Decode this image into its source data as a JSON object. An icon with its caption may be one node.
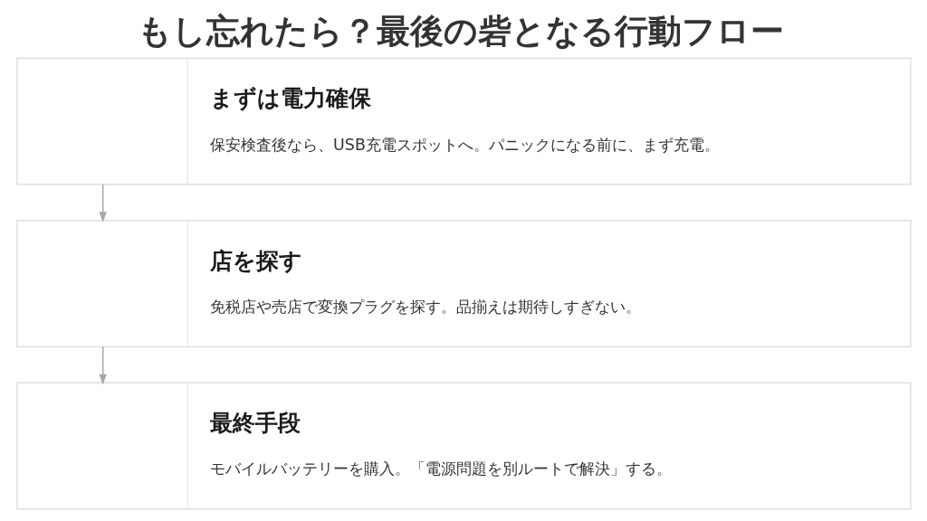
{
  "diagram": {
    "title": "もし忘れたら？最後の砦となる行動フロー",
    "nodes": [
      {
        "text": [
          "まずは電力確保",
          "保安検査後なら、USB充電スポットへ。パニックになる前に、まず充電。"
        ]
      },
      {
        "text": [
          "店を探す",
          "免税店や売店で変換プラグを探す。品揃えは期待しすぎない。"
        ]
      },
      {
        "text": [
          "最終手段",
          "モバイルバッテリーを購入。「電源問題を別ルートで解決」する。"
        ]
      }
    ],
    "edges": [
      {
        "from": 0,
        "to": 1,
        "arrow": "to"
      },
      {
        "from": 1,
        "to": 2,
        "arrow": "to"
      }
    ]
  }
}
